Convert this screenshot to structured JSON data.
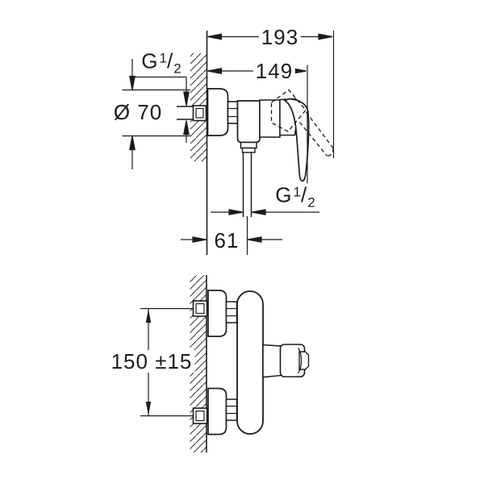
{
  "drawing": {
    "background": "#ffffff",
    "line_color": "#1c1c1c",
    "dimensions": {
      "total_depth": "193",
      "body_depth": "149",
      "escutcheon_diameter": "Ø 70",
      "outlet_offset": "61",
      "connection_centers": "150 ±15"
    },
    "threads": {
      "inlet": {
        "prefix": "G",
        "numerator": "1",
        "slash": "/",
        "denominator": "2"
      },
      "outlet": {
        "prefix": "G",
        "numerator": "1",
        "slash": "/",
        "denominator": "2"
      }
    }
  }
}
